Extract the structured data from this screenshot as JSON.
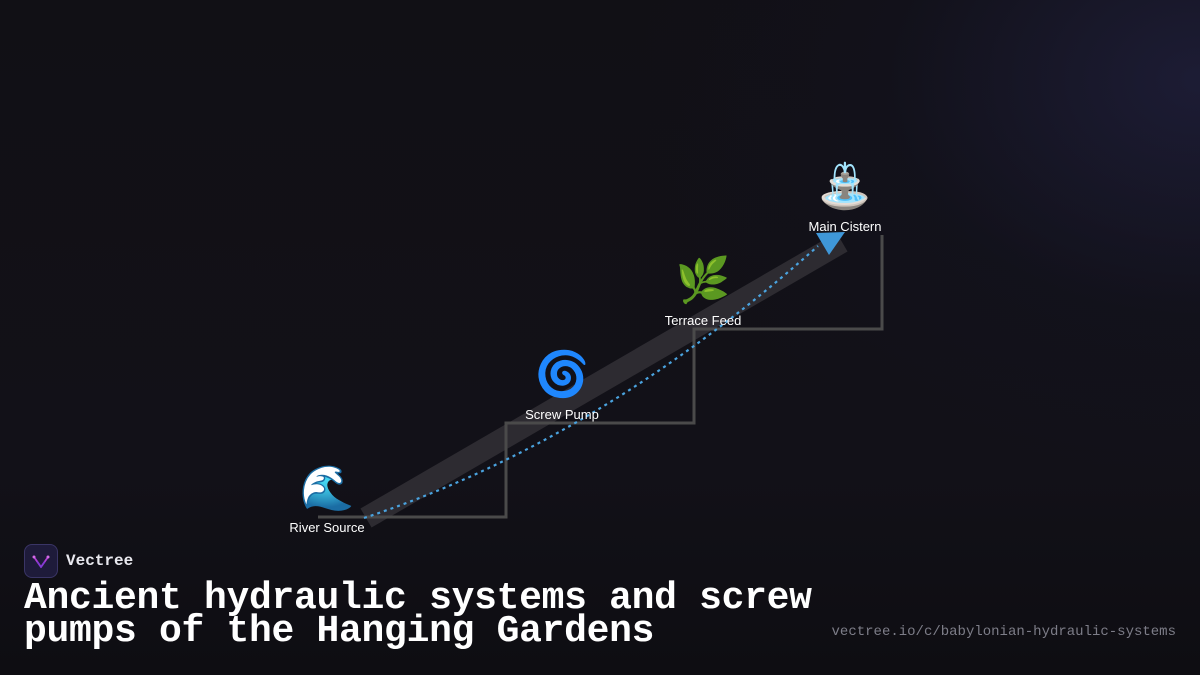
{
  "nodes": [
    {
      "id": "river-source",
      "label": "River Source",
      "icon": "wave-icon",
      "glyph": "🌊"
    },
    {
      "id": "screw-pump",
      "label": "Screw Pump",
      "icon": "cyclone-icon",
      "glyph": "🌀"
    },
    {
      "id": "terrace-feed",
      "label": "Terrace Feed",
      "icon": "herb-icon",
      "glyph": "🌿"
    },
    {
      "id": "main-cistern",
      "label": "Main Cistern",
      "icon": "fountain-icon",
      "glyph": "⛲"
    }
  ],
  "colors": {
    "flow": "#4aa3df",
    "stairs": "#4a4a4a",
    "screw_band": "#2d2b31",
    "background": "#111015"
  },
  "brand": {
    "name": "Vectree",
    "logo": "vectree-logo-icon"
  },
  "title": "Ancient hydraulic systems and screw pumps of the Hanging Gardens",
  "url": "vectree.io/c/babylonian-hydraulic-systems"
}
